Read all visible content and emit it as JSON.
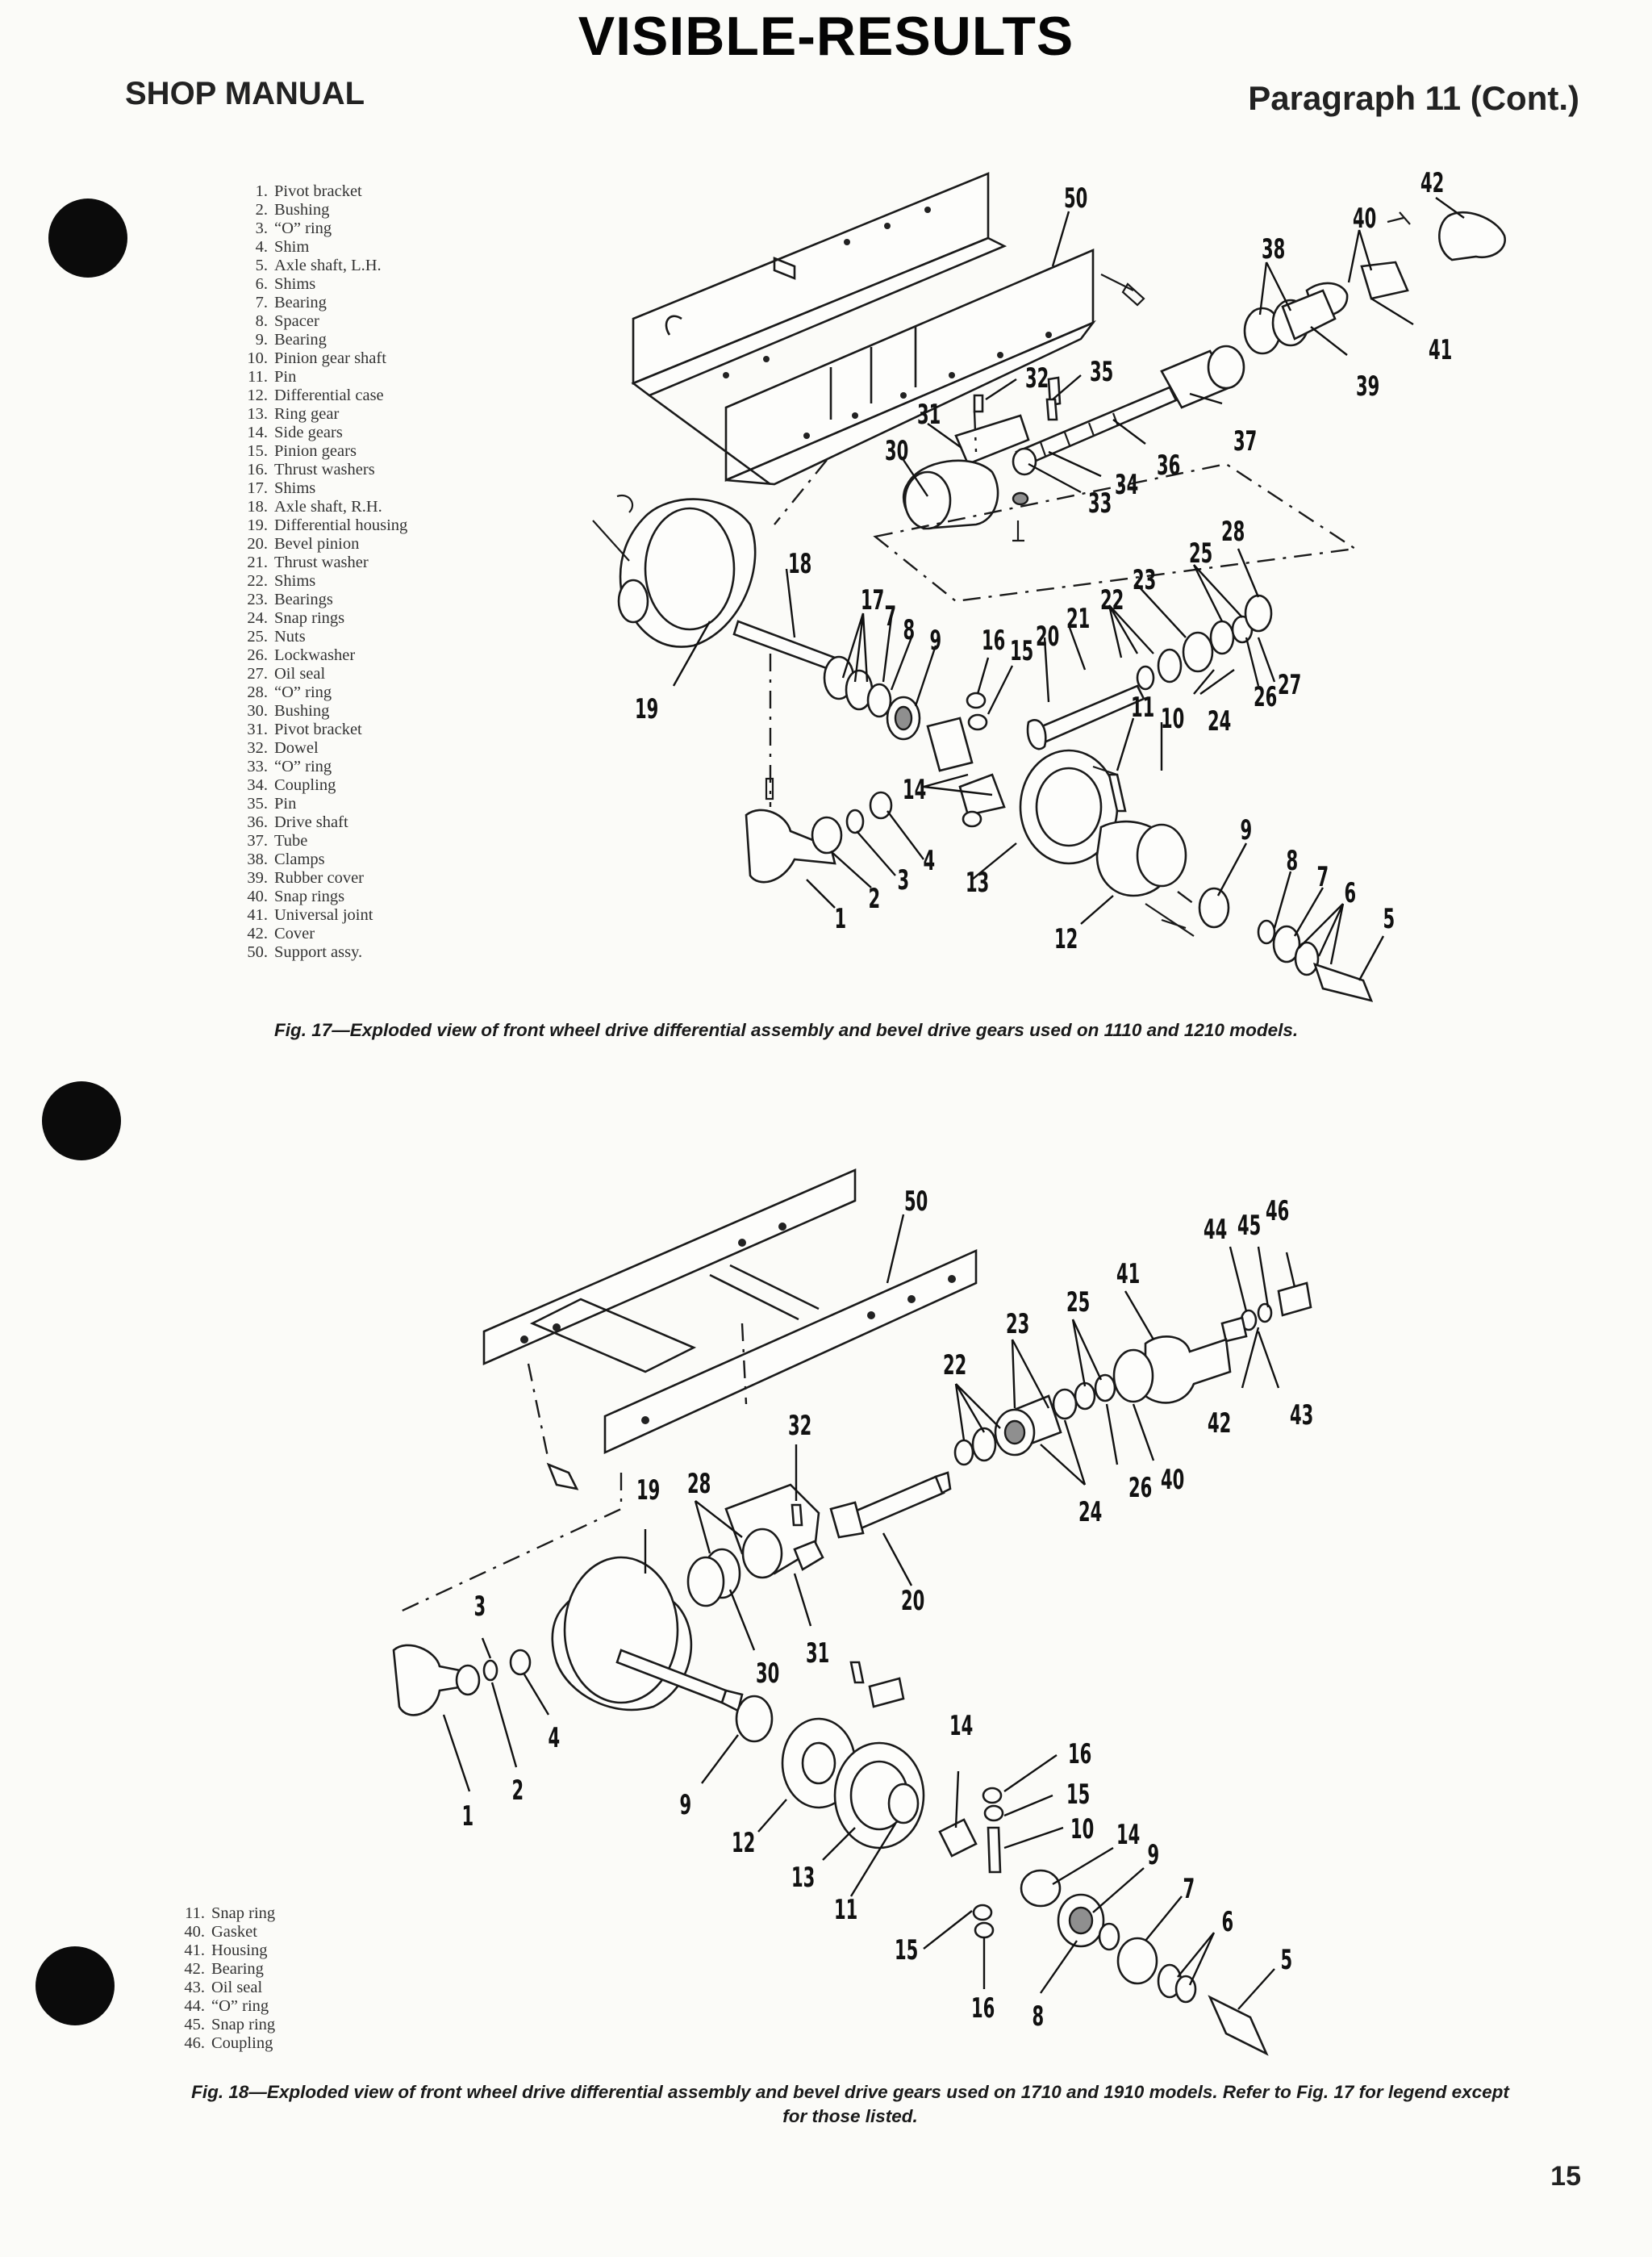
{
  "watermark": "VISIBLE-RESULTS",
  "header": {
    "left": "SHOP MANUAL",
    "right": "Paragraph 11 (Cont.)"
  },
  "legend_fig17": [
    {
      "num": "1.",
      "label": "Pivot bracket"
    },
    {
      "num": "2.",
      "label": "Bushing"
    },
    {
      "num": "3.",
      "label": "“O” ring"
    },
    {
      "num": "4.",
      "label": "Shim"
    },
    {
      "num": "5.",
      "label": "Axle shaft, L.H."
    },
    {
      "num": "6.",
      "label": "Shims"
    },
    {
      "num": "7.",
      "label": "Bearing"
    },
    {
      "num": "8.",
      "label": "Spacer"
    },
    {
      "num": "9.",
      "label": "Bearing"
    },
    {
      "num": "10.",
      "label": "Pinion gear shaft"
    },
    {
      "num": "11.",
      "label": "Pin"
    },
    {
      "num": "12.",
      "label": "Differential case"
    },
    {
      "num": "13.",
      "label": "Ring gear"
    },
    {
      "num": "14.",
      "label": "Side gears"
    },
    {
      "num": "15.",
      "label": "Pinion gears"
    },
    {
      "num": "16.",
      "label": "Thrust washers"
    },
    {
      "num": "17.",
      "label": "Shims"
    },
    {
      "num": "18.",
      "label": "Axle shaft, R.H."
    },
    {
      "num": "19.",
      "label": "Differential housing"
    },
    {
      "num": "20.",
      "label": "Bevel pinion"
    },
    {
      "num": "21.",
      "label": "Thrust washer"
    },
    {
      "num": "22.",
      "label": "Shims"
    },
    {
      "num": "23.",
      "label": "Bearings"
    },
    {
      "num": "24.",
      "label": "Snap rings"
    },
    {
      "num": "25.",
      "label": "Nuts"
    },
    {
      "num": "26.",
      "label": "Lockwasher"
    },
    {
      "num": "27.",
      "label": "Oil seal"
    },
    {
      "num": "28.",
      "label": "“O” ring"
    },
    {
      "num": "30.",
      "label": "Bushing"
    },
    {
      "num": "31.",
      "label": "Pivot bracket"
    },
    {
      "num": "32.",
      "label": "Dowel"
    },
    {
      "num": "33.",
      "label": "“O” ring"
    },
    {
      "num": "34.",
      "label": "Coupling"
    },
    {
      "num": "35.",
      "label": "Pin"
    },
    {
      "num": "36.",
      "label": "Drive shaft"
    },
    {
      "num": "37.",
      "label": "Tube"
    },
    {
      "num": "38.",
      "label": "Clamps"
    },
    {
      "num": "39.",
      "label": "Rubber cover"
    },
    {
      "num": "40.",
      "label": "Snap rings"
    },
    {
      "num": "41.",
      "label": "Universal joint"
    },
    {
      "num": "42.",
      "label": "Cover"
    },
    {
      "num": "50.",
      "label": "Support assy."
    }
  ],
  "legend_fig18": [
    {
      "num": "11.",
      "label": "Snap ring"
    },
    {
      "num": "40.",
      "label": "Gasket"
    },
    {
      "num": "41.",
      "label": "Housing"
    },
    {
      "num": "42.",
      "label": "Bearing"
    },
    {
      "num": "43.",
      "label": "Oil seal"
    },
    {
      "num": "44.",
      "label": "“O” ring"
    },
    {
      "num": "45.",
      "label": "Snap ring"
    },
    {
      "num": "46.",
      "label": "Coupling"
    }
  ],
  "fig17_callouts": [
    "50",
    "42",
    "40",
    "38",
    "41",
    "39",
    "32",
    "35",
    "31",
    "30",
    "37",
    "36",
    "34",
    "33",
    "28",
    "25",
    "23",
    "22",
    "21",
    "20",
    "18",
    "17",
    "7",
    "8",
    "9",
    "16",
    "15",
    "19",
    "11",
    "10",
    "24",
    "26",
    "27",
    "14",
    "9",
    "8",
    "7",
    "6",
    "5",
    "4",
    "3",
    "2",
    "1",
    "13",
    "12"
  ],
  "fig18_callouts": [
    "50",
    "46",
    "45",
    "44",
    "41",
    "25",
    "23",
    "22",
    "42",
    "43",
    "40",
    "26",
    "24",
    "32",
    "28",
    "19",
    "20",
    "3",
    "30",
    "31",
    "4",
    "2",
    "1",
    "9",
    "14",
    "16",
    "15",
    "10",
    "14",
    "9",
    "12",
    "13",
    "11",
    "7",
    "6",
    "5",
    "15",
    "16",
    "8"
  ],
  "captions": {
    "fig17": "Fig. 17—Exploded view of front wheel drive differential assembly and bevel drive gears used on 1110 and 1210 models.",
    "fig18_line1": "Fig. 18—Exploded view of front wheel drive differential assembly and bevel drive gears used on 1710 and 1910 models. Refer to Fig. 17 for legend except",
    "fig18_line2": "for those listed."
  },
  "page_number": "15"
}
